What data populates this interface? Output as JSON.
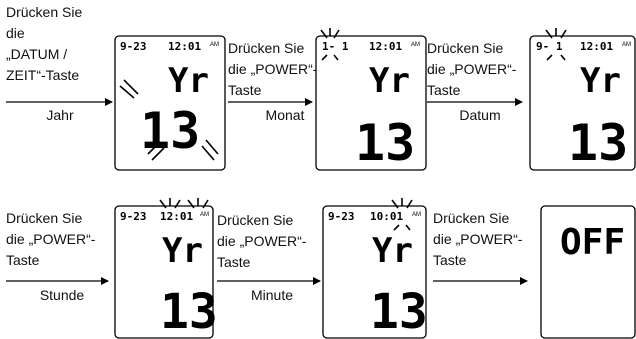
{
  "steps": [
    {
      "instruction_lines": [
        "Drücken Sie",
        "die",
        "„DATUM /",
        "ZEIT“-Taste"
      ],
      "label": "Jahr"
    },
    {
      "instruction_lines": [
        "Drücken Sie",
        "die „POWER“-",
        "Taste"
      ],
      "label": "Monat"
    },
    {
      "instruction_lines": [
        "Drücken Sie",
        "die „POWER“-",
        "Taste"
      ],
      "label": "Datum"
    },
    {
      "instruction_lines": [
        "Drücken Sie",
        "die „POWER“-",
        "Taste"
      ],
      "label": "Stunde"
    },
    {
      "instruction_lines": [
        "Drücken Sie",
        "die „POWER“-",
        "Taste"
      ],
      "label": "Minute"
    },
    {
      "instruction_lines": [
        "Drücken Sie",
        "die „POWER“-",
        "Taste"
      ],
      "label": ""
    }
  ],
  "displays": [
    {
      "date": "9-23",
      "time": "12:01",
      "suffix": "AM",
      "mode": "Yr",
      "value": "13"
    },
    {
      "date": "1- 1",
      "time": "12:01",
      "suffix": "AM",
      "mode": "Yr",
      "value": "13"
    },
    {
      "date": "9- 1",
      "time": "12:01",
      "suffix": "AM",
      "mode": "Yr",
      "value": "13"
    },
    {
      "date": "9-23",
      "time": "12:01",
      "suffix": "AM",
      "mode": "Yr",
      "value": "13"
    },
    {
      "date": "9-23",
      "time": "10:01",
      "suffix": "AM",
      "mode": "Yr",
      "value": "13"
    },
    {
      "status": "OFF"
    }
  ]
}
